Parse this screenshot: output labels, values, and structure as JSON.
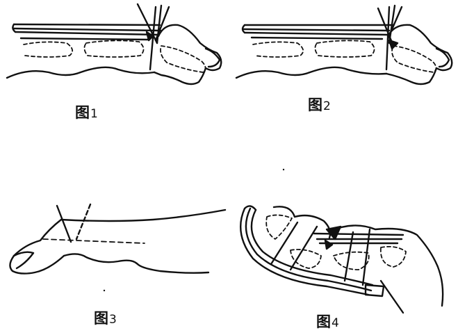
{
  "figures": [
    {
      "char": "图",
      "num": "1"
    },
    {
      "char": "图",
      "num": "2"
    },
    {
      "char": "图",
      "num": "3"
    },
    {
      "char": "图",
      "num": "4"
    }
  ],
  "colors": {
    "line": "#111111",
    "background": "#ffffff"
  }
}
